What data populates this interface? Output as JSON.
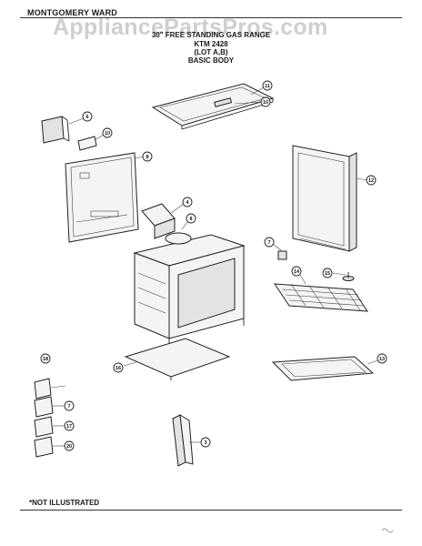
{
  "header": {
    "brand": "MONTGOMERY WARD",
    "watermark": "AppliancePartsPros.com",
    "title_line1": "30\" FREE STANDING GAS RANGE",
    "title_line2": "KTM 2428",
    "title_line3": "(LOT A,B)",
    "title_line4": "BASIC BODY"
  },
  "footer": {
    "note": "*NOT ILLUSTRATED"
  },
  "callouts": {
    "c_top_cover": "11",
    "c_top_insul": "10",
    "c_side_bracket": "6",
    "c_side_clip": "10",
    "c_back_panel": "8",
    "c_right_panel": "12",
    "c_vent": "4",
    "c_vent_clip": "8",
    "c_knob": "7",
    "c_leveler": "15",
    "c_rack": "14",
    "c_base": "13",
    "c_bottom_drawer": "16",
    "c_leg_bracket": "3",
    "c_hw1": "18",
    "c_hw2": "7",
    "c_hw3": "17",
    "c_hw4": "20"
  }
}
